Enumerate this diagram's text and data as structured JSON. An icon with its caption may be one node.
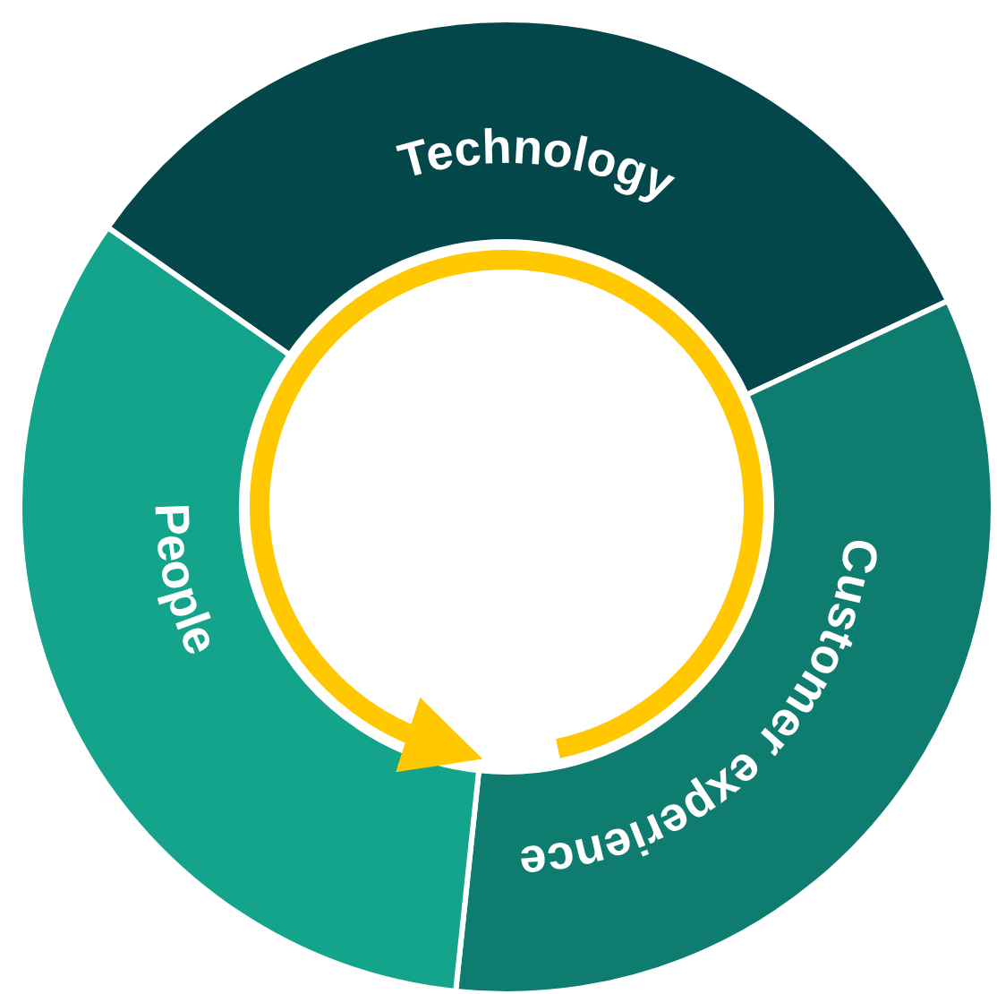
{
  "diagram": {
    "nodes": [
      {
        "text": [
          "Technology"
        ]
      },
      {
        "text": [
          "Customer experience"
        ]
      },
      {
        "text": [
          "People"
        ]
      }
    ]
  }
}
